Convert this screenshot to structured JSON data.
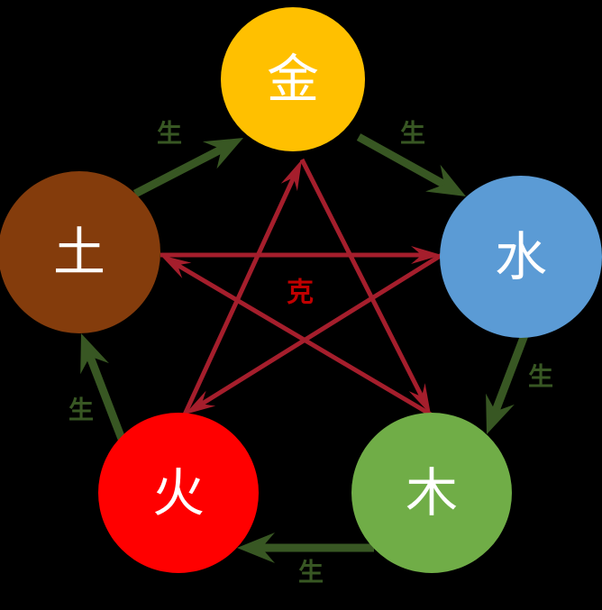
{
  "elements": [
    {
      "id": "metal",
      "label": "金",
      "color": "#FFC000"
    },
    {
      "id": "water",
      "label": "水",
      "color": "#5B9BD5"
    },
    {
      "id": "wood",
      "label": "木",
      "color": "#70AD47"
    },
    {
      "id": "fire",
      "label": "火",
      "color": "#FF0000"
    },
    {
      "id": "earth",
      "label": "土",
      "color": "#843C0C"
    }
  ],
  "generating": {
    "label": "生",
    "color": "#385723"
  },
  "overcoming": {
    "label": "克",
    "color": "#C00000",
    "line_color": "#A51E2C"
  }
}
